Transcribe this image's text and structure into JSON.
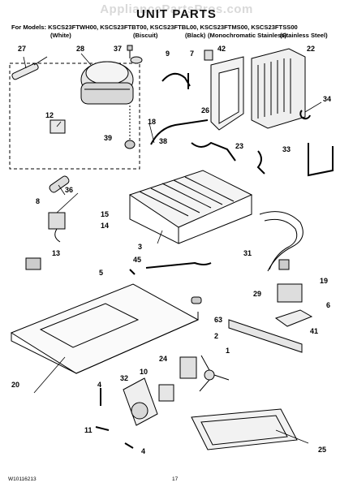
{
  "header": {
    "watermark": "AppliancePartsPros.com",
    "title": "UNIT PARTS",
    "models_line": "For Models: KSCS23FTWH00, KSCS23FTBT00, KSCS23FTBL00, KSCS23FTMS00, KSCS23FTSS00",
    "colors": [
      "(White)",
      "(Biscuit)",
      "(Black)",
      "(Monochromatic Stainless)",
      "(Stainless Steel)"
    ]
  },
  "callouts": [
    "27",
    "28",
    "37",
    "9",
    "7",
    "42",
    "22",
    "12",
    "34",
    "26",
    "18",
    "38",
    "23",
    "33",
    "39",
    "8",
    "36",
    "15",
    "14",
    "13",
    "3",
    "31",
    "5",
    "45",
    "19",
    "29",
    "6",
    "63",
    "41",
    "2",
    "1",
    "24",
    "20",
    "4",
    "32",
    "10",
    "11",
    "4",
    "25"
  ],
  "footer": {
    "doc_number": "W10116213",
    "page_number": "17"
  }
}
